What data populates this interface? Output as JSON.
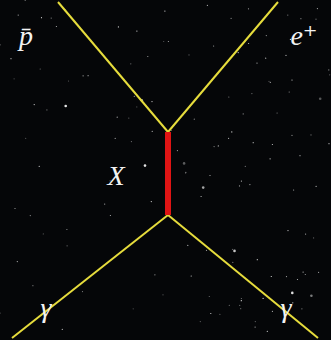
{
  "diagram": {
    "labels": [
      "p̄",
      "e⁺",
      "X",
      "γ",
      "γ"
    ]
  }
}
